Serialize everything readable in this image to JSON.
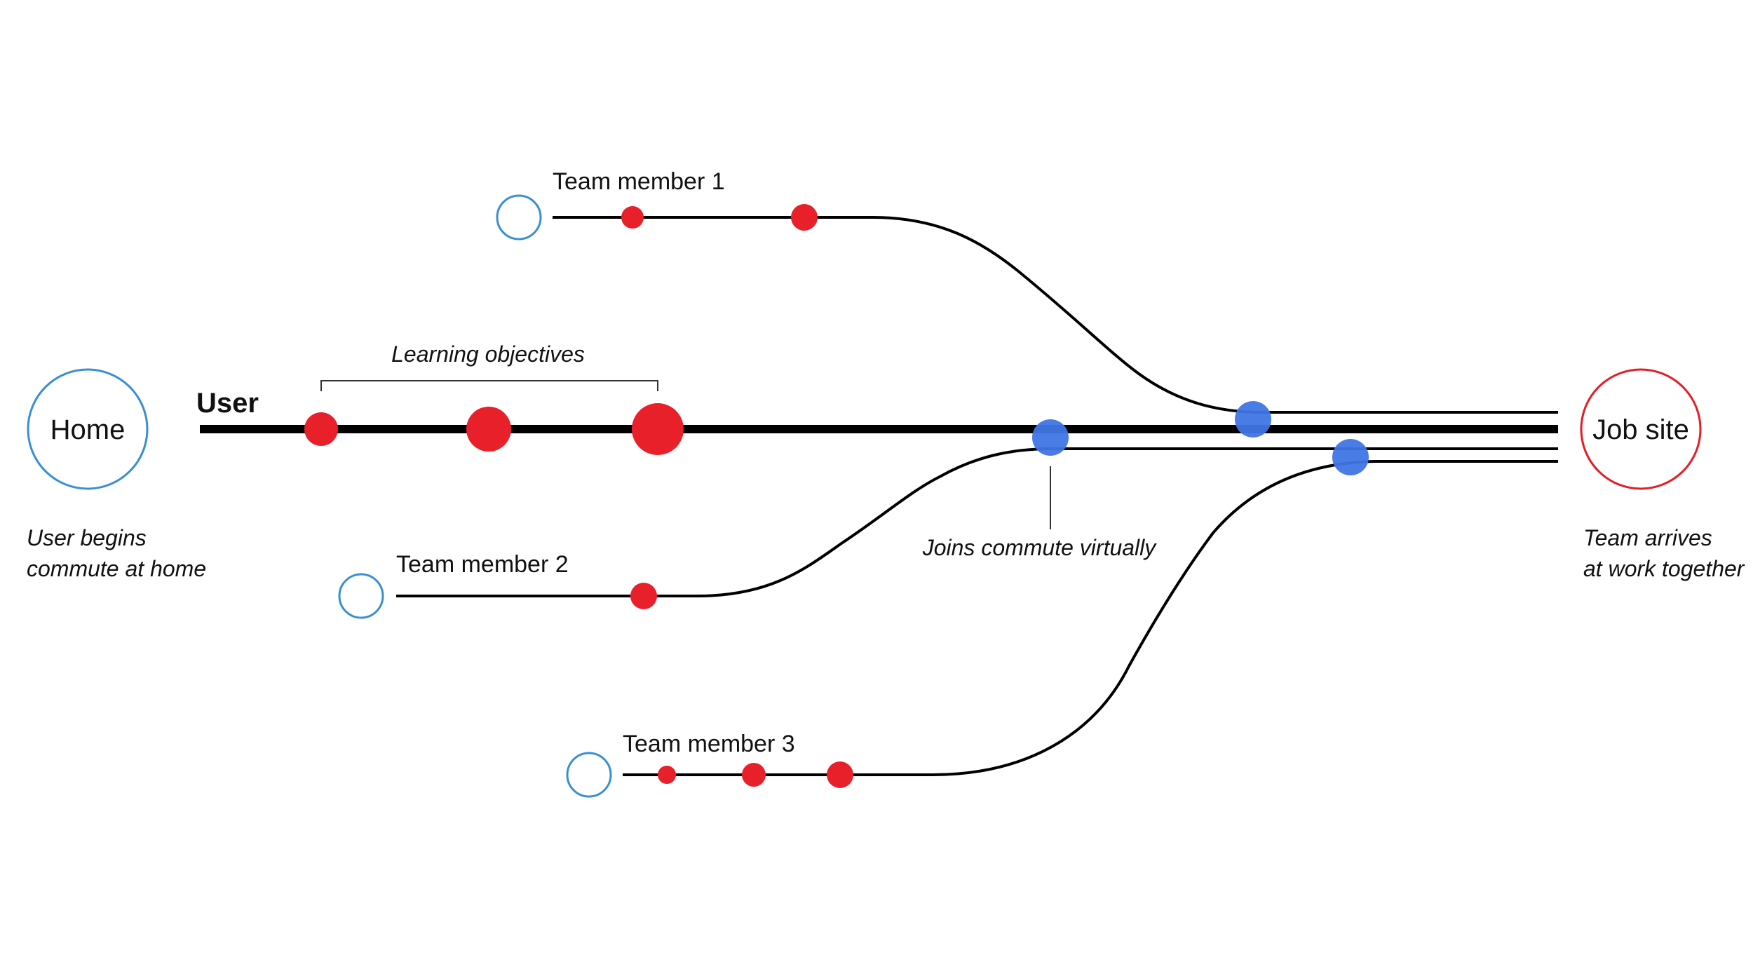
{
  "colors": {
    "start_node": "#3a8fd1",
    "end_node": "#e31e26",
    "objective_dot": "#e8202a",
    "join_dot": "#3f76e4",
    "track": "#000000"
  },
  "nodes": {
    "home": {
      "label": "Home",
      "caption_line1": "User begins",
      "caption_line2": "commute at home"
    },
    "job_site": {
      "label": "Job site",
      "caption_line1": "Team arrives",
      "caption_line2": "at work together"
    }
  },
  "tracks": {
    "user": {
      "label": "User"
    },
    "member1": {
      "label": "Team member 1"
    },
    "member2": {
      "label": "Team member 2"
    },
    "member3": {
      "label": "Team member 3"
    }
  },
  "annotations": {
    "learning_objectives": "Learning objectives",
    "joins_virtually": "Joins commute virtually"
  }
}
